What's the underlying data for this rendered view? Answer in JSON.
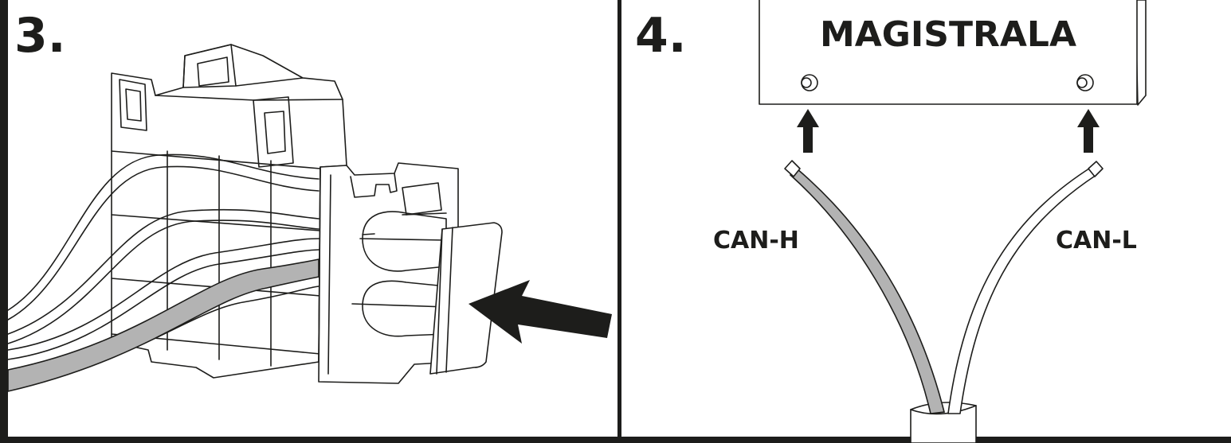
{
  "panels": [
    {
      "step": "3."
    },
    {
      "step": "4.",
      "bus_label": "MAGISTRALA",
      "wire_left": "CAN-H",
      "wire_right": "CAN-L"
    }
  ],
  "colors": {
    "ink": "#1d1d1b",
    "grey_wire": "#b3b3b3",
    "background": "#ffffff"
  }
}
